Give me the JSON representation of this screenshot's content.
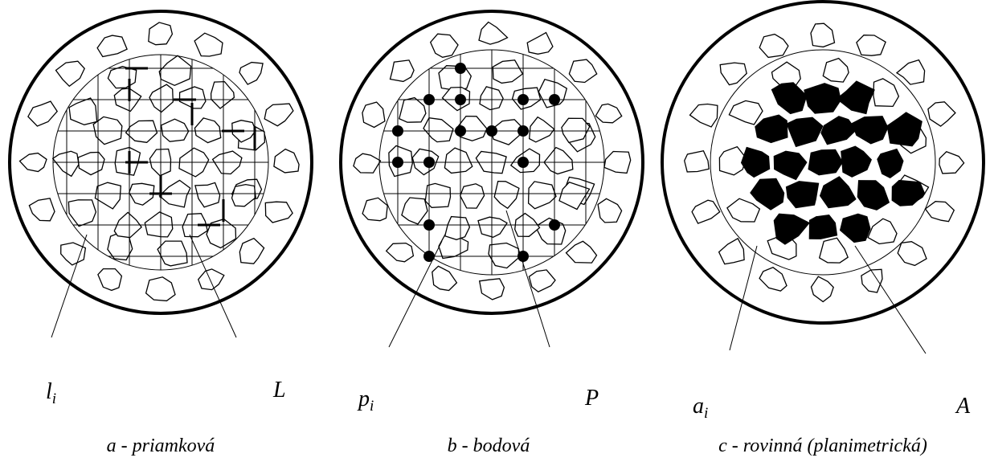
{
  "panels": [
    {
      "id": "a",
      "method": "priamková",
      "caption": "a - priamková",
      "part_symbol": "l",
      "part_subscript": "i",
      "total_symbol": "L"
    },
    {
      "id": "b",
      "method": "bodová",
      "caption": "b - bodová",
      "part_symbol": "p",
      "part_subscript": "i",
      "total_symbol": "P"
    },
    {
      "id": "c",
      "method": "rovinná (planimetrická)",
      "caption": "c - rovinná (planimetrická)",
      "part_symbol": "a",
      "part_subscript": "i",
      "total_symbol": "A"
    }
  ],
  "colors": {
    "ink": "#000000",
    "paper": "#ffffff"
  }
}
